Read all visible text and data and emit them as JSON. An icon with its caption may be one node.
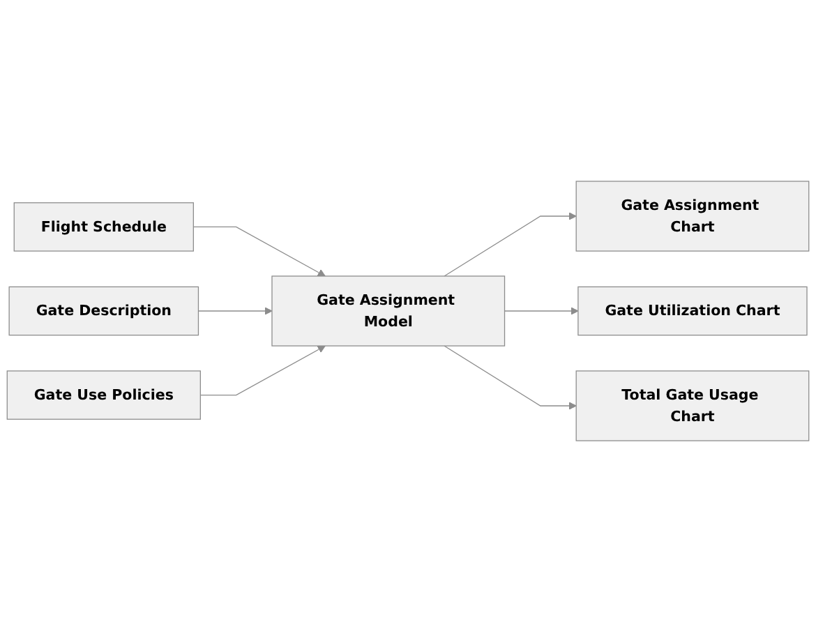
{
  "diagram": {
    "nodes": [
      {
        "text": [
          "Flight Schedule"
        ]
      },
      {
        "text": [
          "Gate Description"
        ]
      },
      {
        "text": [
          "Gate Use Policies"
        ]
      },
      {
        "text": [
          "Gate Assignment Model"
        ]
      },
      {
        "text": [
          "Gate Assignment Chart"
        ]
      },
      {
        "text": [
          "Gate Utilization Chart"
        ]
      },
      {
        "text": [
          "Total Gate Usage Chart"
        ]
      }
    ],
    "edges": [
      {
        "from": 0,
        "to": 3,
        "arrow": "to"
      },
      {
        "from": 1,
        "to": 3,
        "arrow": "to"
      },
      {
        "from": 2,
        "to": 3,
        "arrow": "to"
      },
      {
        "from": 3,
        "to": 4,
        "arrow": "to"
      },
      {
        "from": 3,
        "to": 5,
        "arrow": "to"
      },
      {
        "from": 3,
        "to": 6,
        "arrow": "to"
      }
    ]
  }
}
